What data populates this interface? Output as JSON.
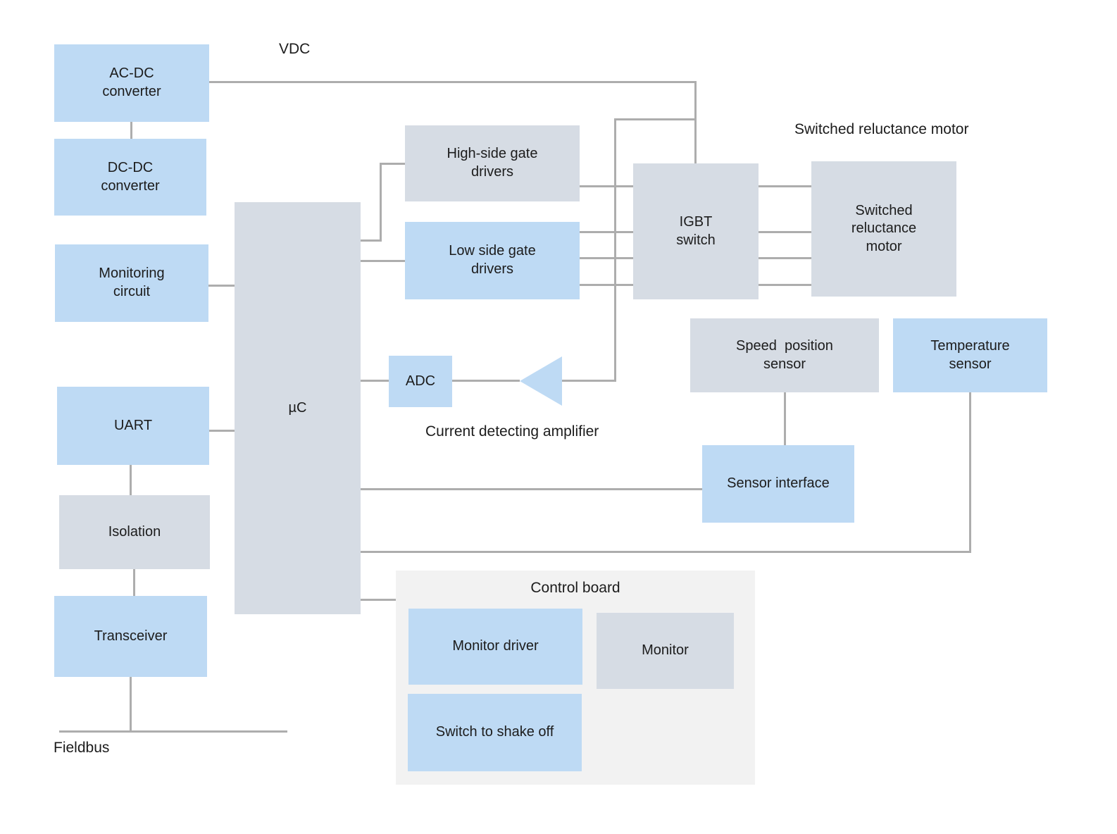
{
  "colors": {
    "node_blue": "#BEDAF4",
    "node_gray": "#D6DCE4",
    "panel_bg": "#F2F2F2",
    "connector": "#ADADAD",
    "text": "#1C1C1C"
  },
  "labels": {
    "vdc": "VDC",
    "switched_reluctance_motor_title": "Switched reluctance motor",
    "current_detecting_amplifier": "Current detecting amplifier",
    "fieldbus": "Fieldbus"
  },
  "panel": {
    "title": "Control board"
  },
  "nodes": {
    "acdc": "AC-DC\nconverter",
    "dcdc": "DC-DC\nconverter",
    "monitoring": "Monitoring\ncircuit",
    "uart": "UART",
    "isolation": "Isolation",
    "transceiver": "Transceiver",
    "uc": "µC",
    "hs": "High-side gate\ndrivers",
    "ls": "Low side gate\ndrivers",
    "adc": "ADC",
    "igbt": "IGBT\nswitch",
    "motor": "Switched\nreluctance\nmotor",
    "sps": "Speed  position\nsensor",
    "temp": "Temperature\nsensor",
    "sensorif": "Sensor interface",
    "mdriver": "Monitor driver",
    "monitor": "Monitor",
    "shakeoff": "Switch to shake off"
  }
}
